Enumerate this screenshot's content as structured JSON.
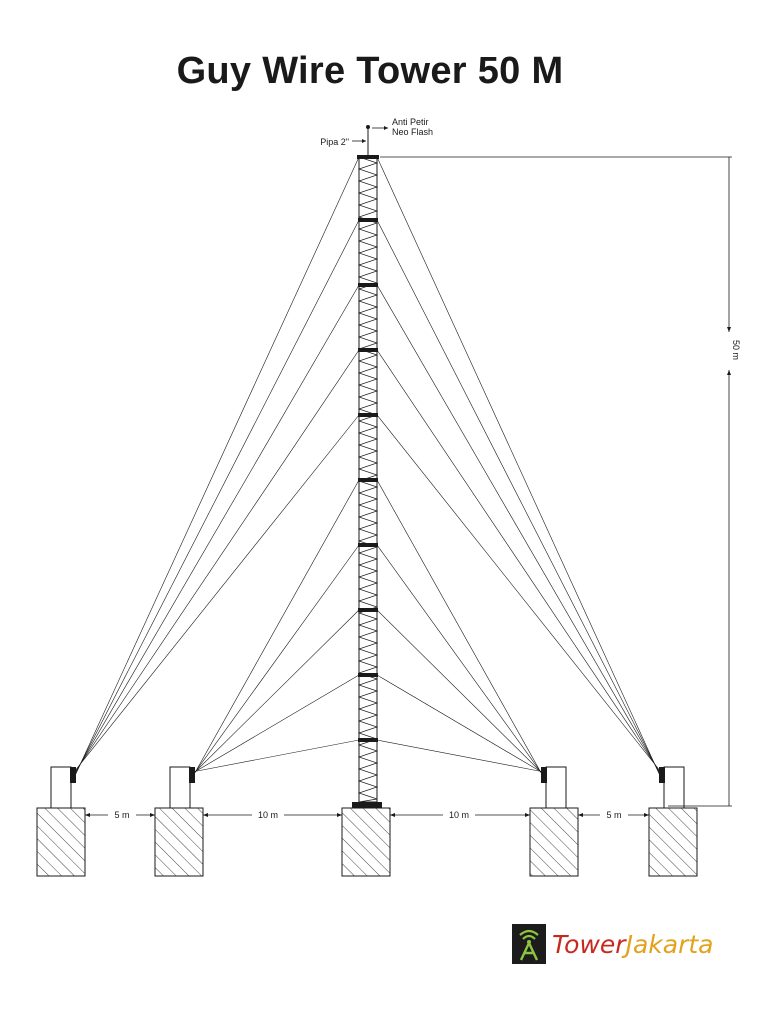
{
  "title": "Guy Wire Tower 50 M",
  "labels": {
    "lightning": "Anti Petir",
    "lightning_brand": "Neo Flash",
    "pipe": "Pipa 2\"",
    "height": "50 m",
    "spacing_outer_left": "5 m",
    "spacing_inner_left": "10 m",
    "spacing_inner_right": "10 m",
    "spacing_outer_right": "5 m"
  },
  "logo": {
    "word1": "Tower",
    "word2": "Jakarta"
  },
  "colors": {
    "line": "#1a1a1a",
    "logo_primary": "#c8281e",
    "logo_secondary": "#e2a21b",
    "logo_icon": "#8cc63f"
  }
}
